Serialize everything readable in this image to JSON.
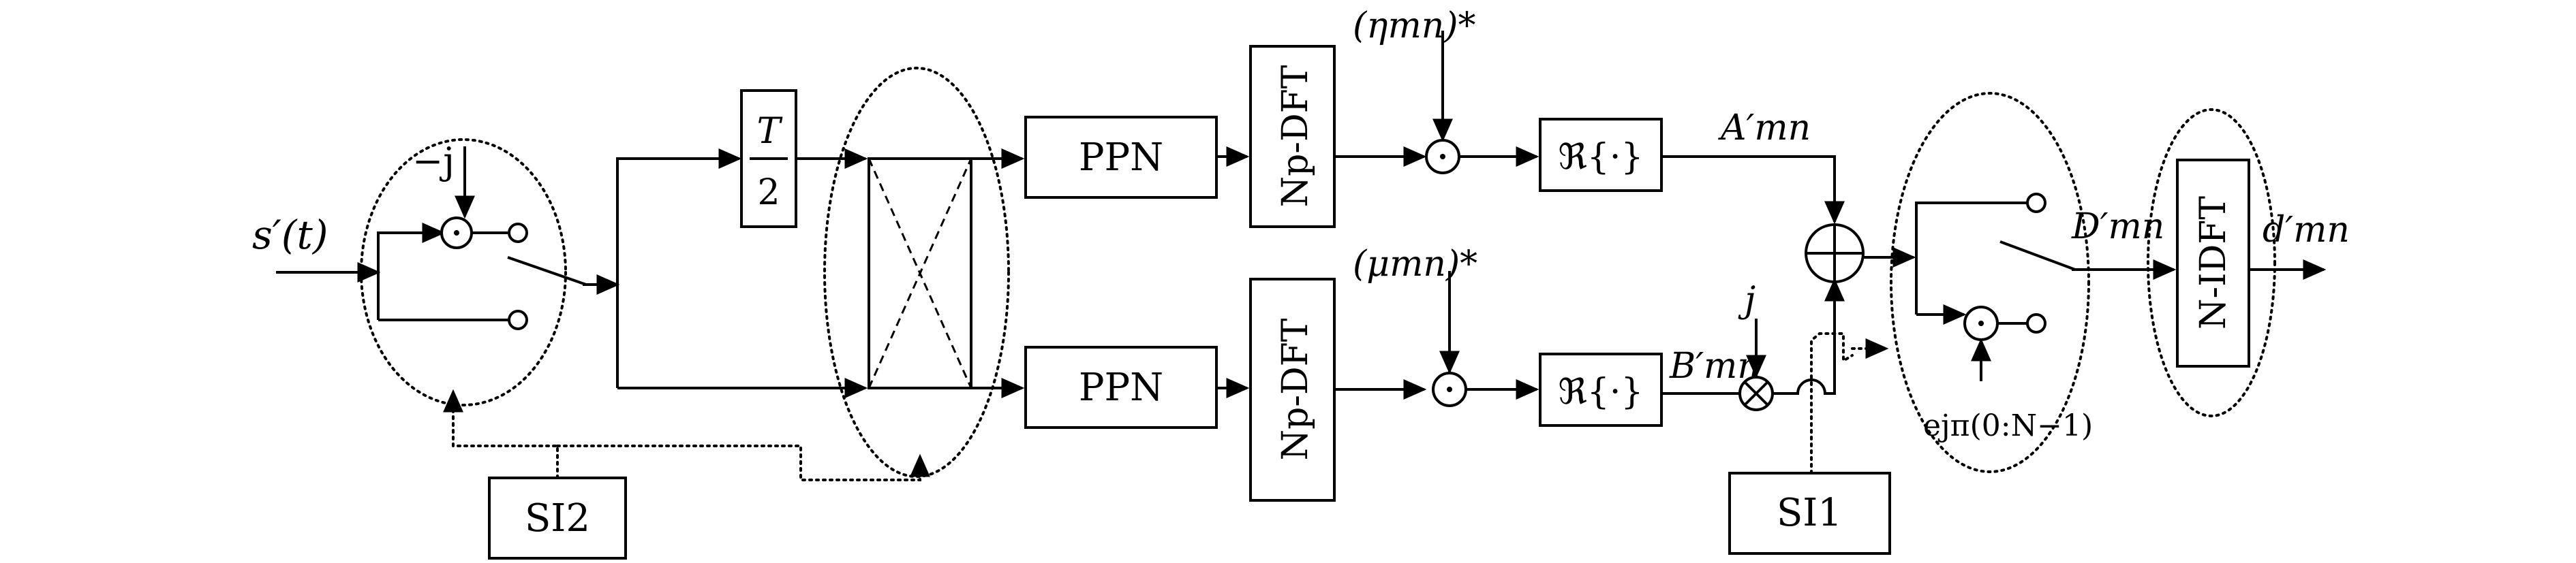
{
  "diagram": {
    "input_signal": "s′(t)",
    "neg_j": "−j",
    "delay_num": "T",
    "delay_den": "2",
    "ppn_top": "PPN",
    "ppn_bottom": "PPN",
    "dft_top": "Np-DFT",
    "dft_bottom": "Np-DFT",
    "eta_conj": "(ηmn)*",
    "mu_conj": "(μmn)*",
    "real_top": "ℜ{·}",
    "real_bottom": "ℜ{·}",
    "a_label": "A′mn",
    "b_label": "B′mn",
    "j_label": "j",
    "d_label": "D′mn",
    "exp_label": "ejπ(0:N−1)",
    "idft": "N-IDFT",
    "output": "d′mn",
    "si1": "SI1",
    "si2": "SI2"
  }
}
